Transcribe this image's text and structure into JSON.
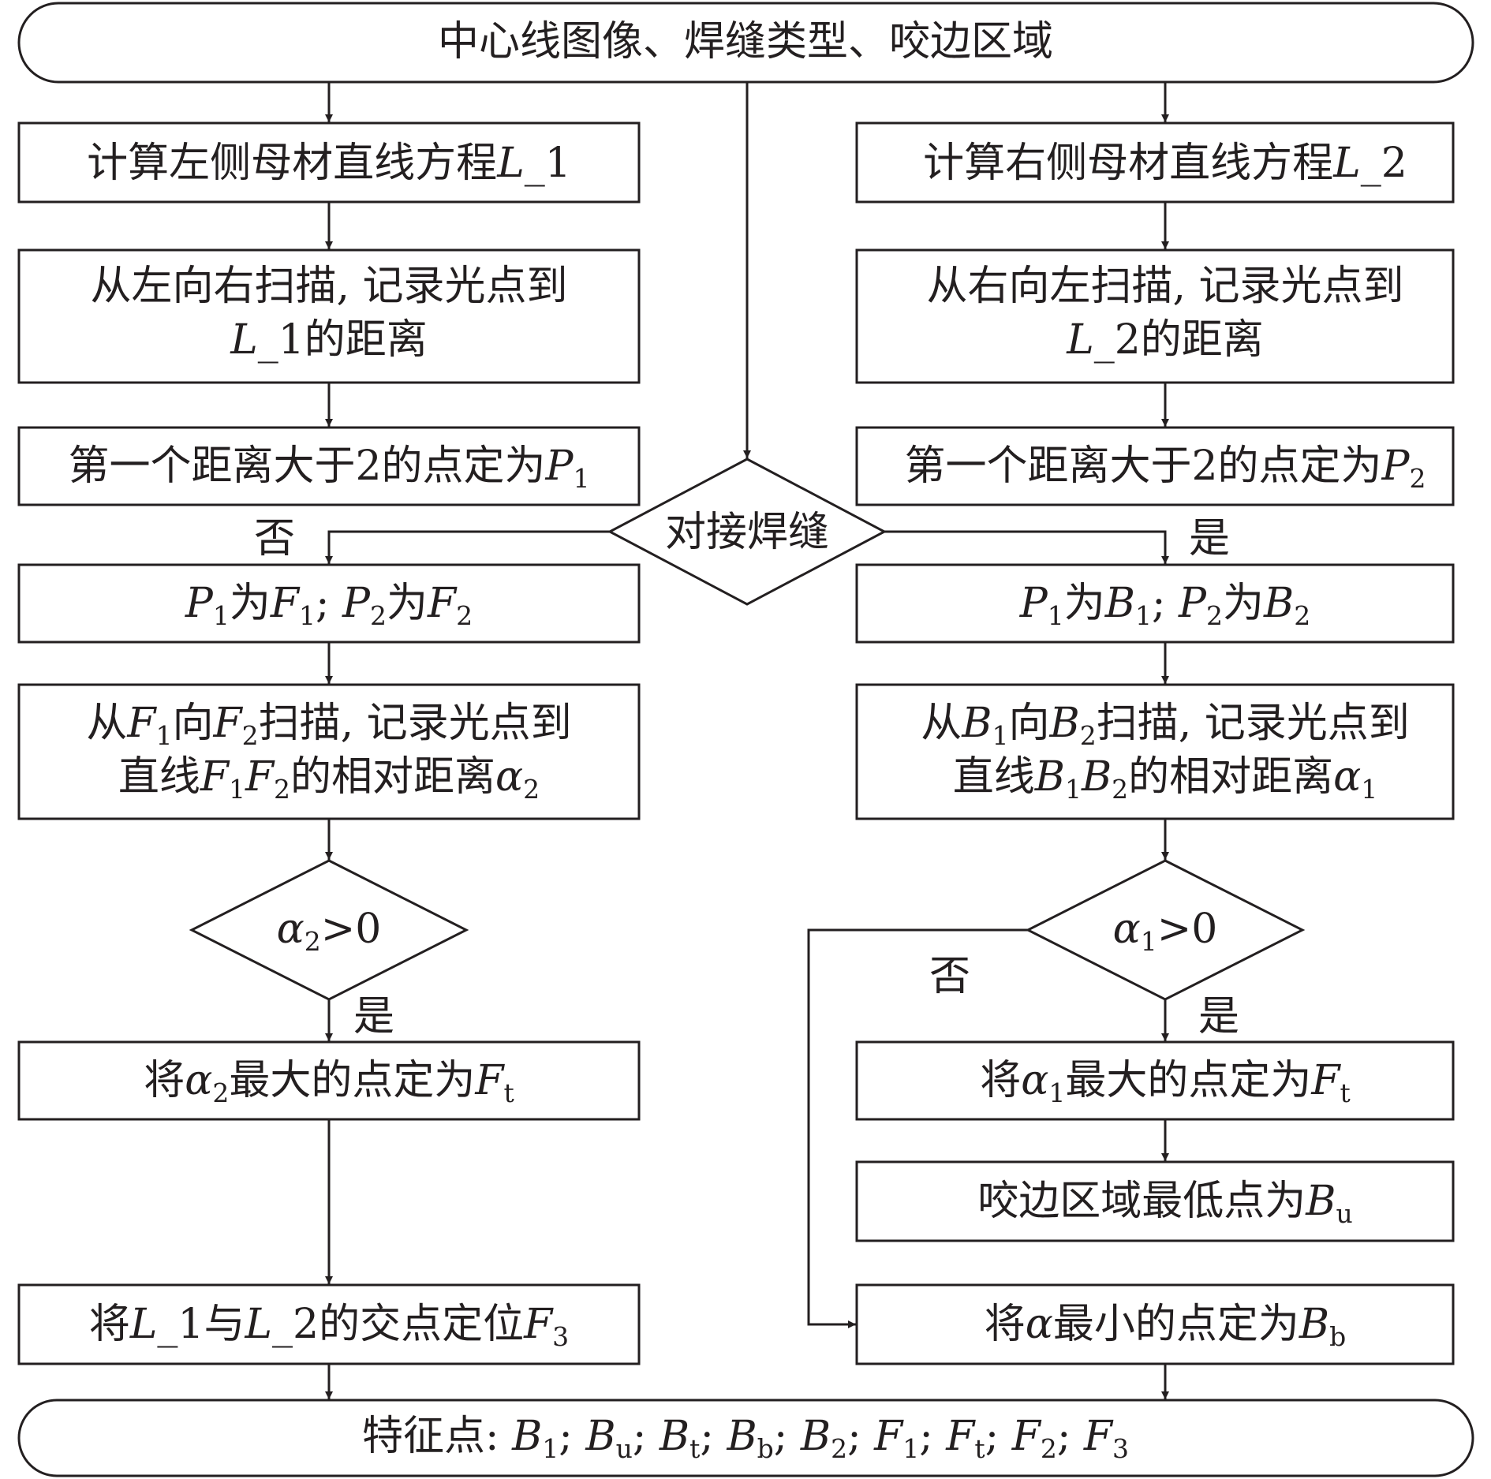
{
  "top_terminal": "中心线图像、焊缝类型、咬边区域",
  "left": {
    "calc_line": {
      "pre": "计算左侧母材直线方程",
      "var": "L",
      "suf": "_1"
    },
    "scan_line1": "从左向右扫描, 记录光点到",
    "scan_line2": {
      "var": "L",
      "suf": "_1的距离"
    },
    "first_point": {
      "pre": "第一个距离大于2的点定为",
      "var": "P",
      "sub": "1"
    },
    "assign": {
      "a": "P",
      "a_sub": "1",
      "w1": "为",
      "b": "F",
      "b_sub": "1",
      "sep": "; ",
      "c": "P",
      "c_sub": "2",
      "w2": "为",
      "d": "F",
      "d_sub": "2"
    },
    "scan_f_line1": {
      "pre": "从",
      "v1": "F",
      "s1": "1",
      "mid": "向",
      "v2": "F",
      "s2": "2",
      "suf": "扫描, 记录光点到"
    },
    "scan_f_line2": {
      "pre": "直线",
      "v1": "F",
      "s1": "1",
      "v2": "F",
      "s2": "2",
      "mid": "的相对距离",
      "v3": "α",
      "s3": "2"
    },
    "decision": {
      "var": "α",
      "sub": "2",
      "suf": ">0"
    },
    "yes_label": "是",
    "max_point": {
      "pre": "将",
      "var": "α",
      "sub": "2",
      "mid": "最大的点定为",
      "v2": "F",
      "s2": "t"
    },
    "intersection": {
      "pre": "将",
      "v1": "L",
      "mid1": "_1与",
      "v2": "L",
      "mid2": "_2的交点定位",
      "v3": "F",
      "s3": "3"
    }
  },
  "right": {
    "calc_line": {
      "pre": "计算右侧母材直线方程",
      "var": "L",
      "suf": "_2"
    },
    "scan_line1": "从右向左扫描, 记录光点到",
    "scan_line2": {
      "var": "L",
      "suf": "_2的距离"
    },
    "first_point": {
      "pre": "第一个距离大于2的点定为",
      "var": "P",
      "sub": "2"
    },
    "assign": {
      "a": "P",
      "a_sub": "1",
      "w1": "为",
      "b": "B",
      "b_sub": "1",
      "sep": "; ",
      "c": "P",
      "c_sub": "2",
      "w2": "为",
      "d": "B",
      "d_sub": "2"
    },
    "scan_b_line1": {
      "pre": "从",
      "v1": "B",
      "s1": "1",
      "mid": "向",
      "v2": "B",
      "s2": "2",
      "suf": "扫描, 记录光点到"
    },
    "scan_b_line2": {
      "pre": "直线",
      "v1": "B",
      "s1": "1",
      "v2": "B",
      "s2": "2",
      "mid": "的相对距离",
      "v3": "α",
      "s3": "1"
    },
    "decision": {
      "var": "α",
      "sub": "1",
      "suf": ">0"
    },
    "yes_label": "是",
    "no_label": "否",
    "max_point": {
      "pre": "将",
      "var": "α",
      "sub": "1",
      "mid": "最大的点定为",
      "v2": "F",
      "s2": "t"
    },
    "undercut_low": {
      "pre": "咬边区域最低点为",
      "var": "B",
      "sub": "u"
    },
    "min_point": {
      "pre": "将",
      "var": "α",
      "mid": "最小的点定为",
      "v2": "B",
      "s2": "b"
    }
  },
  "center_decision": {
    "label": "对接焊缝",
    "no_label": "否",
    "yes_label": "是"
  },
  "bottom_terminal": {
    "pre": "特征点: ",
    "items": [
      {
        "var": "B",
        "sub": "1"
      },
      {
        "var": "B",
        "sub": "u"
      },
      {
        "var": "B",
        "sub": "t"
      },
      {
        "var": "B",
        "sub": "b"
      },
      {
        "var": "B",
        "sub": "2"
      },
      {
        "var": "F",
        "sub": "1"
      },
      {
        "var": "F",
        "sub": "t"
      },
      {
        "var": "F",
        "sub": "2"
      },
      {
        "var": "F",
        "sub": "3"
      }
    ],
    "sep": "; "
  }
}
